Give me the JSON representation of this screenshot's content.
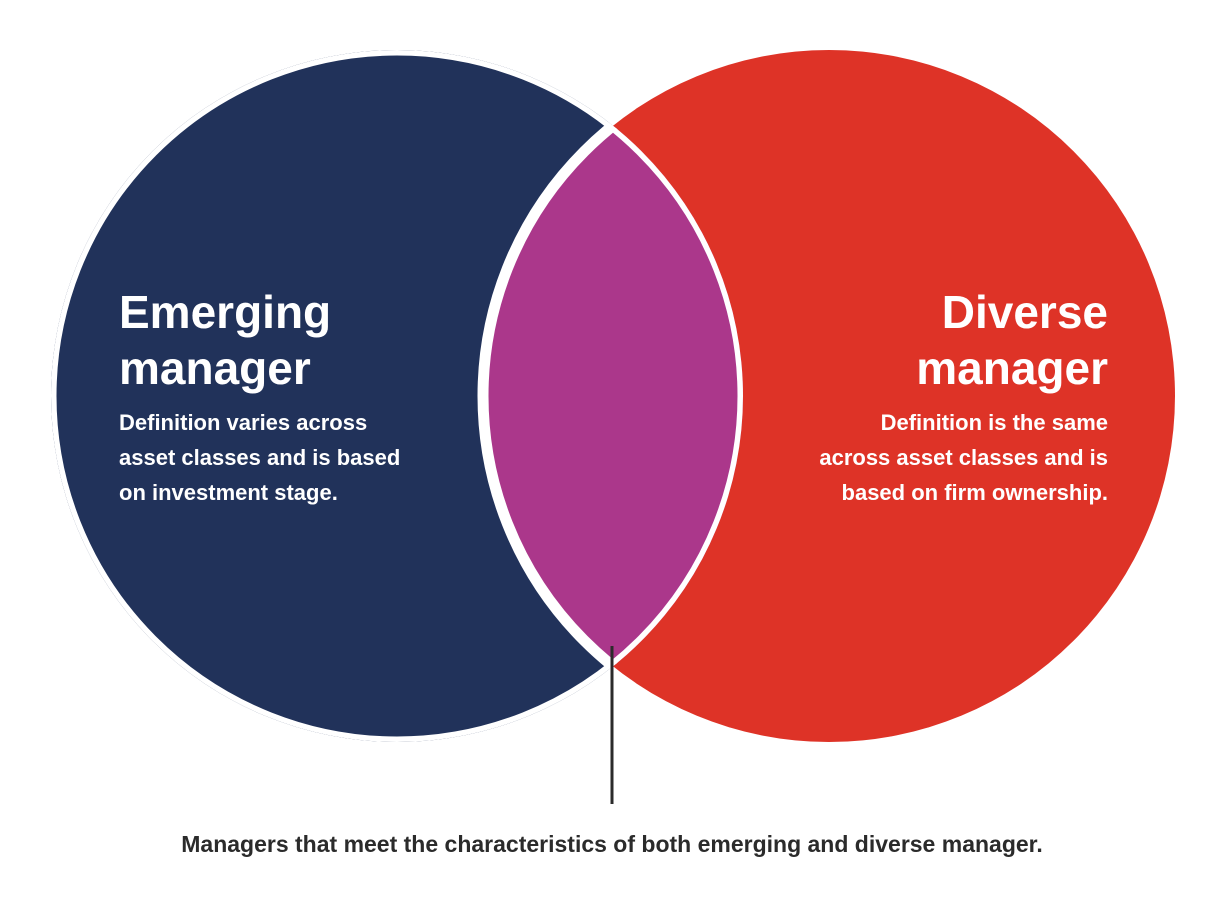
{
  "colors": {
    "left_circle": "#21325a",
    "right_circle": "#de3327",
    "overlap": "#ab378b",
    "separator": "#ffffff",
    "pointer_line": "#2b2b2b",
    "caption_text": "#2b2b2b"
  },
  "left_set": {
    "title_lines": [
      "Emerging",
      "manager"
    ],
    "description_lines": [
      "Definition varies across",
      "asset classes and is based",
      "on investment stage."
    ]
  },
  "right_set": {
    "title_lines": [
      "Diverse",
      "manager"
    ],
    "description_lines": [
      "Definition is the same",
      "across asset classes and is",
      "based on firm ownership."
    ]
  },
  "intersection": {
    "caption": "Managers that meet the characteristics of both emerging and diverse manager."
  }
}
